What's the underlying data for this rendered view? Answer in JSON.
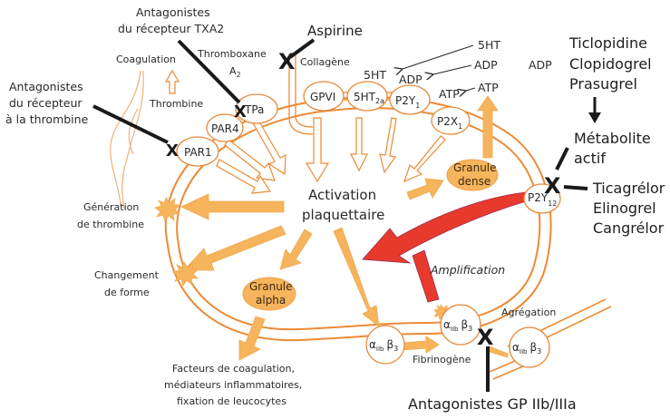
{
  "figure": {
    "title": "Activation plaquettaire et cibles des antiplaquettaires",
    "center_label_line1": "Activation",
    "center_label_line2": "plaquettaire",
    "amplification_label": "Amplification",
    "colors": {
      "membrane": "#ec8a35",
      "granule_fill": "#f6b45c",
      "amplification_arrow": "#e83a2c",
      "inhibitor_line": "#1a1a1a",
      "text": "#2a2a2a",
      "background": "#ffffff"
    }
  },
  "receptors": {
    "par1": "PAR1",
    "par4": "PAR4",
    "tpa": "TPa",
    "gpvi": "GPVI",
    "ht2a_main": "5HT",
    "ht2a_sub": "2a",
    "p2y1_main": "P2Y",
    "p2y1_sub": "1",
    "p2x1_main": "P2X",
    "p2x1_sub": "1",
    "p2y12_main": "P2Y",
    "p2y12_sub": "12",
    "gp_alpha": "α",
    "gp_alpha_sub": "IIb",
    "gp_beta": "β",
    "gp_beta_sub": "3"
  },
  "agonists": {
    "thrombine": "Thrombine",
    "coagulation": "Coagulation",
    "thromboxane": "Thromboxane",
    "thromboxane_a": "A",
    "thromboxane_sub": "2",
    "collagene": "Collagène",
    "ht_near": "5HT",
    "adp_near": "ADP",
    "atp_near": "ATP",
    "ht_far": "5HT",
    "adp_far": "ADP",
    "atp_far": "ATP",
    "adp_right": "ADP",
    "fibrinogene": "Fibrinogène",
    "agregation": "Agrégation"
  },
  "granules": {
    "dense_line1": "Granule",
    "dense_line2": "dense",
    "alpha_line1": "Granule",
    "alpha_line2": "alpha"
  },
  "effects": {
    "generation_line1": "Génération",
    "generation_line2": "de thrombine",
    "changement_line1": "Changement",
    "changement_line2": "de forme",
    "facteurs_line1": "Facteurs de coagulation,",
    "facteurs_line2": "médiateurs inflammatoires,",
    "facteurs_line3": "fixation de leucocytes"
  },
  "drugs": {
    "txa2_antag_line1": "Antagonistes",
    "txa2_antag_line2": "du récepteur TXA2",
    "thrombin_antag_line1": "Antagonistes",
    "thrombin_antag_line2": "du récepteur",
    "thrombin_antag_line3": "à la thrombine",
    "aspirine": "Aspirine",
    "thienopyridines": [
      "Ticlopidine",
      "Clopidogrel",
      "Prasugrel"
    ],
    "metabolite_line1": "Métabolite",
    "metabolite_line2": "actif",
    "direct_p2y12": [
      "Ticagrélor",
      "Elinogrel",
      "Cangrélor"
    ],
    "gp_antag": "Antagonistes GP IIb/IIIa",
    "inhibit_mark": "X"
  }
}
